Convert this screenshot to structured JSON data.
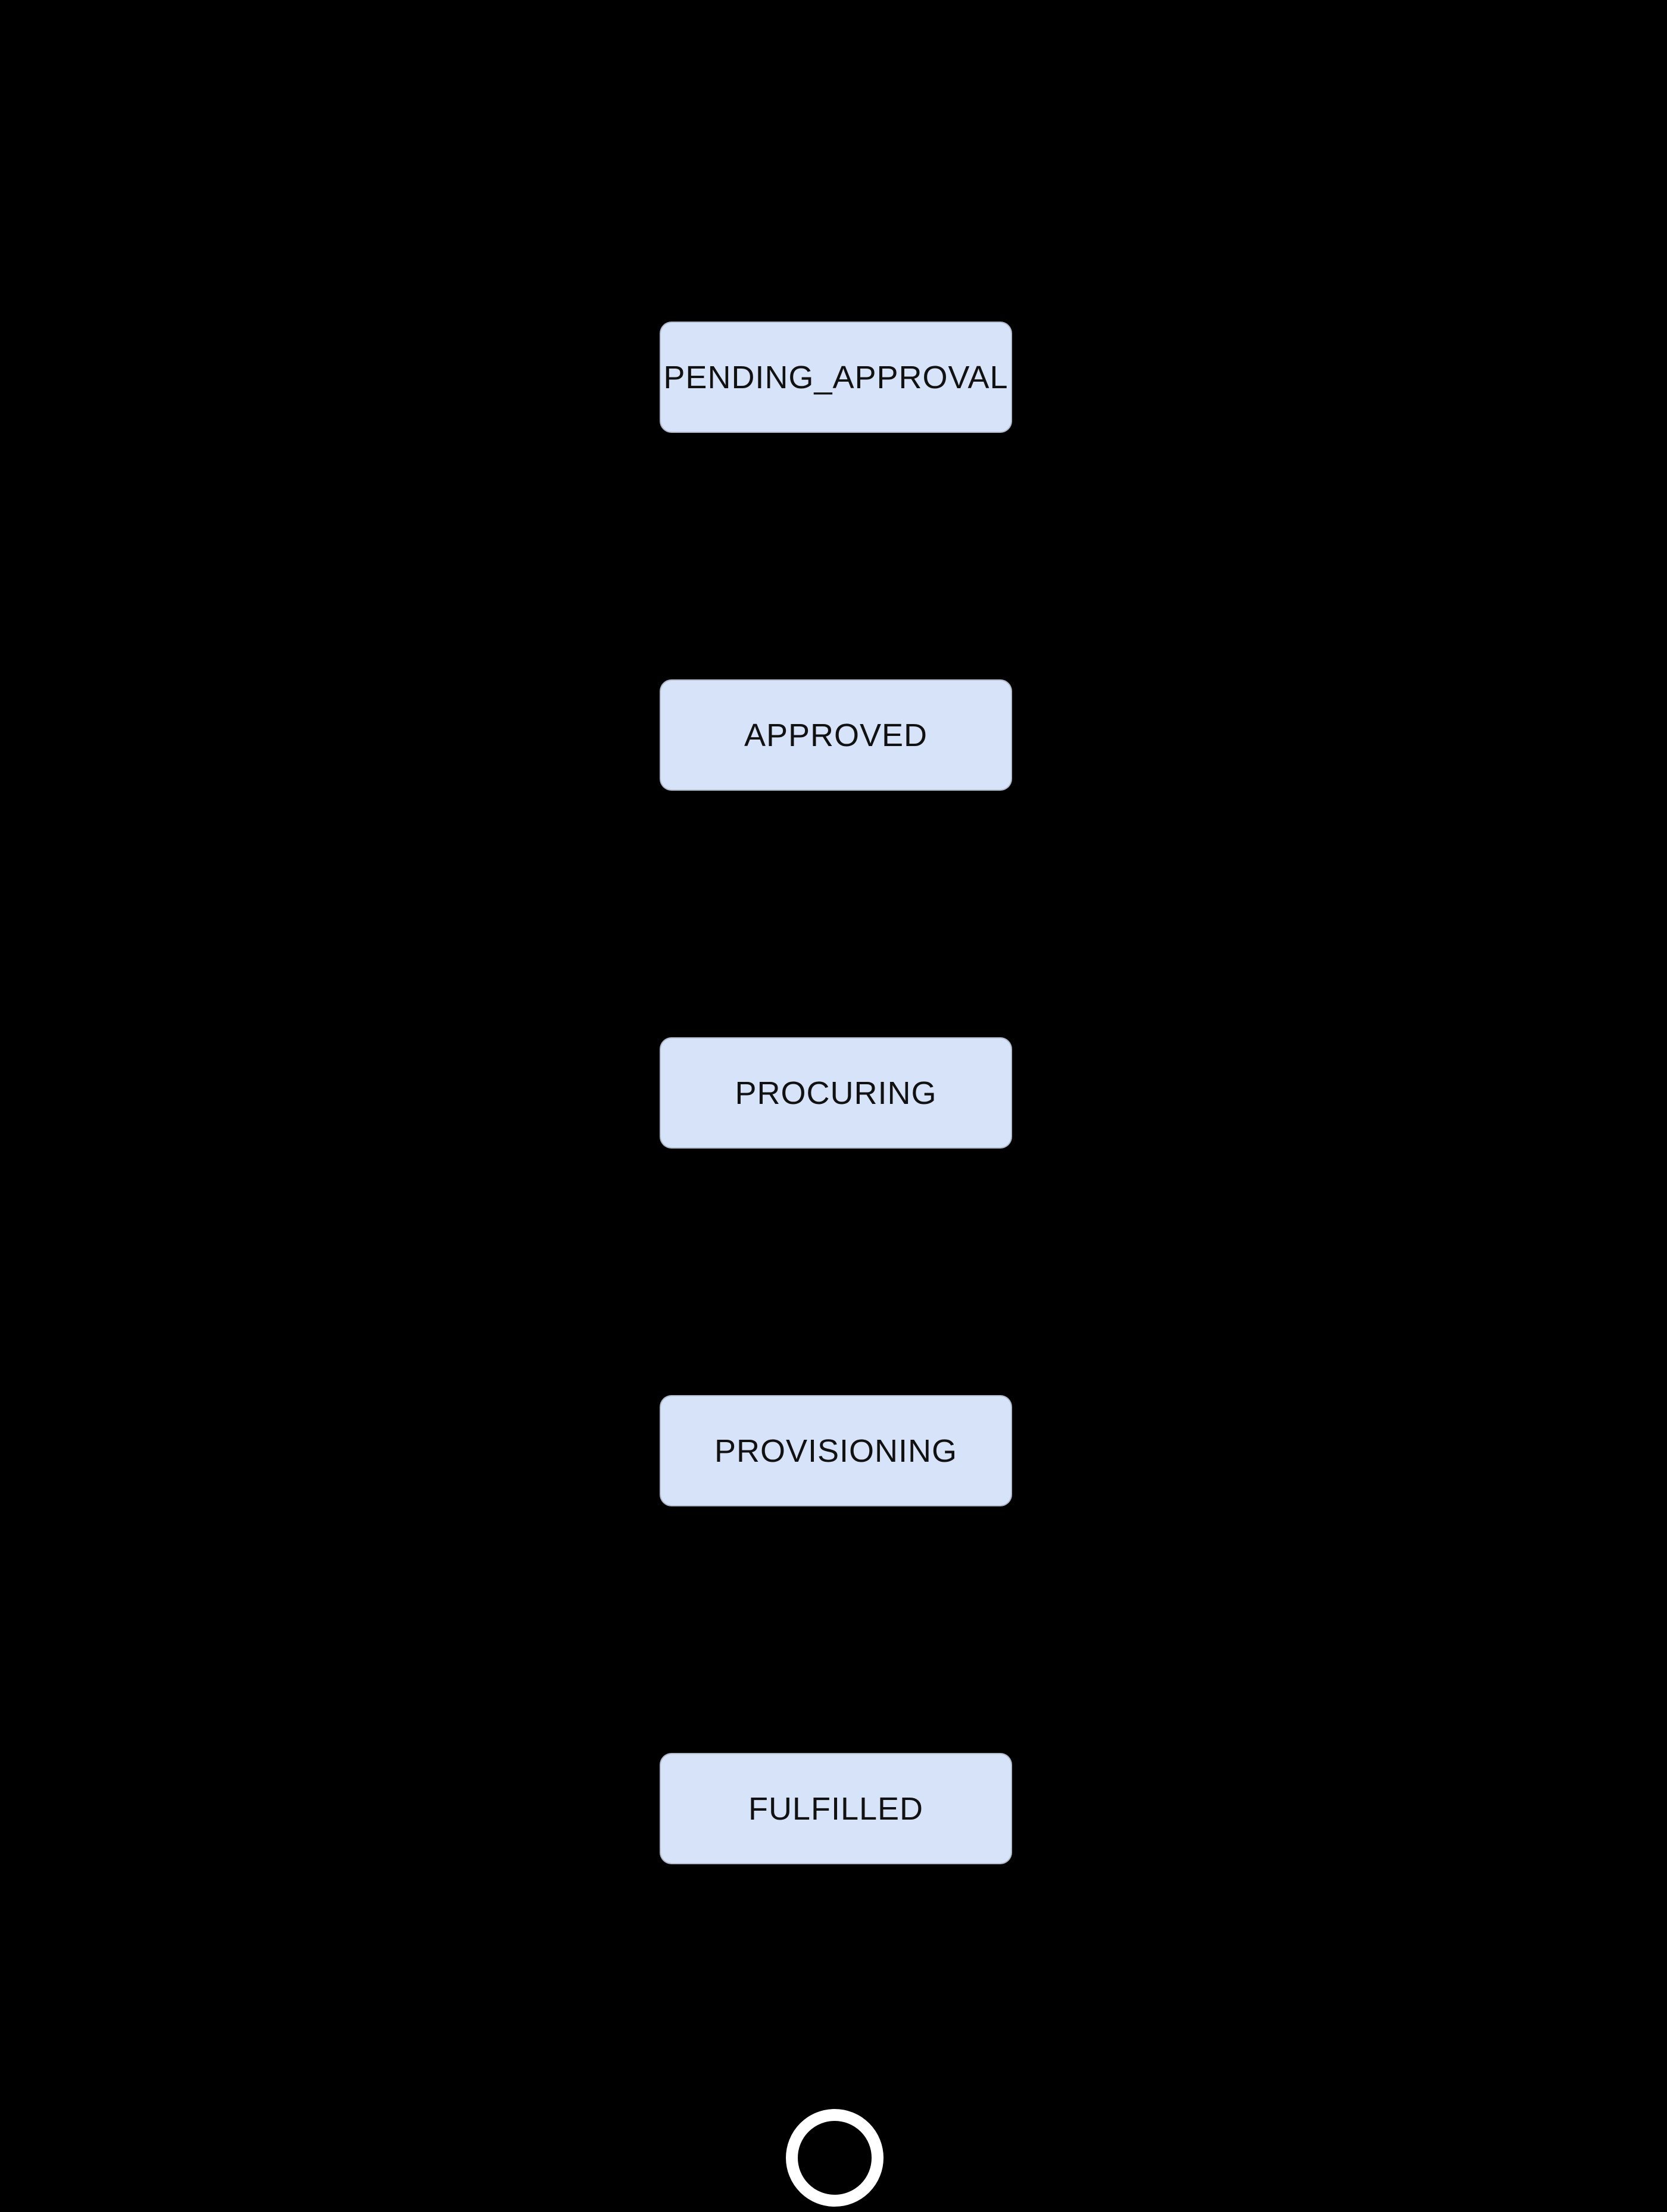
{
  "diagram": {
    "type": "state-flow",
    "orientation": "vertical",
    "states": [
      "PENDING_APPROVAL",
      "APPROVED",
      "PROCURING",
      "PROVISIONING",
      "FULFILLED"
    ],
    "end_state_icon": "final-state-circle-icon",
    "colors": {
      "background": "#000000",
      "node_fill": "#d7e3f8",
      "node_text": "#111111",
      "final_ring": "#ffffff"
    }
  }
}
